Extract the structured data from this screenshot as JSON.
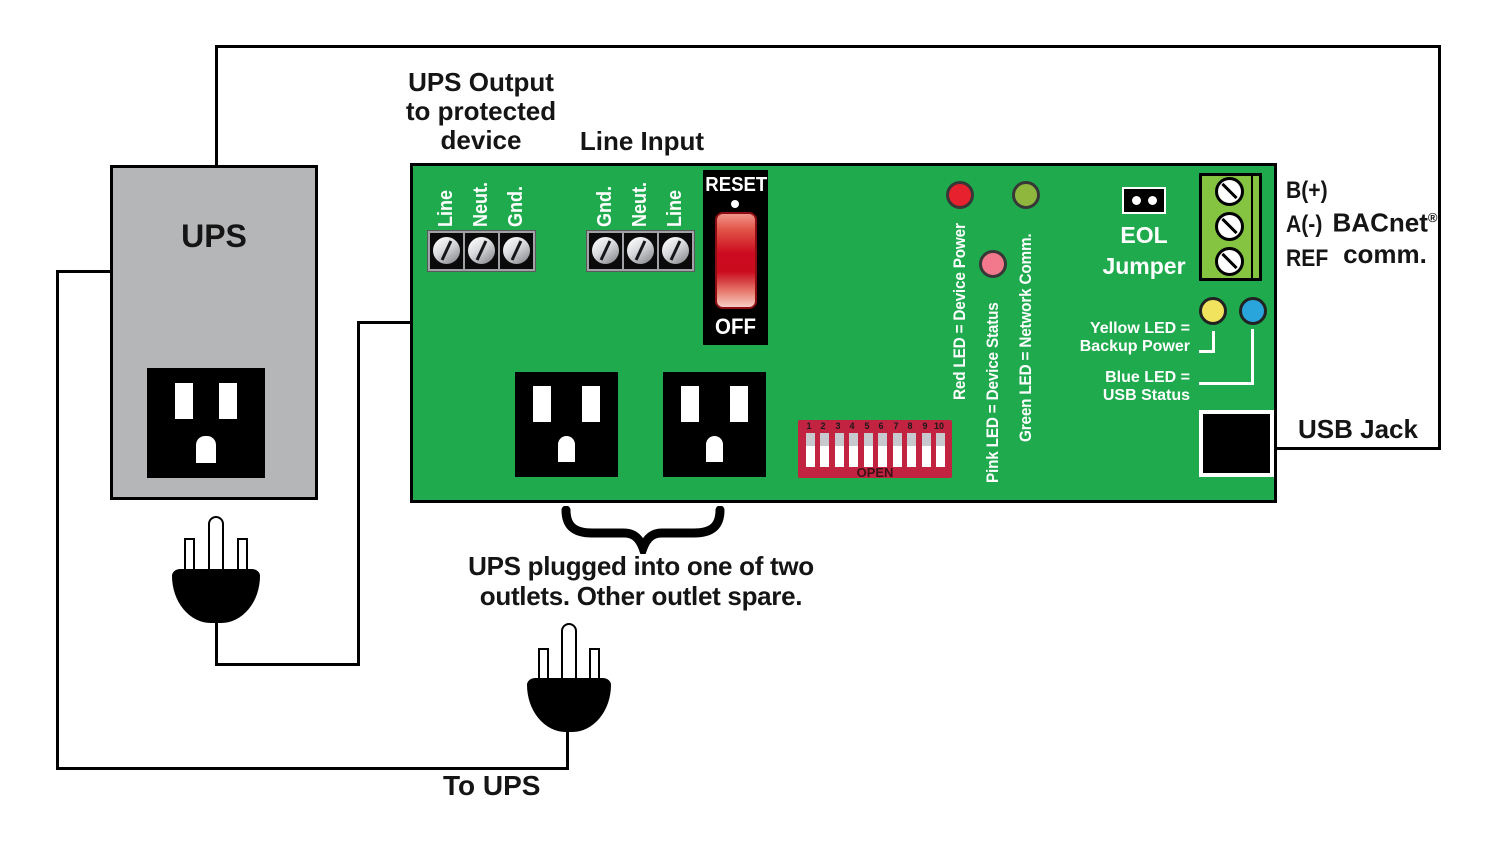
{
  "ups": {
    "label": "UPS"
  },
  "headings": {
    "ups_output": [
      "UPS Output",
      "to protected",
      "device"
    ],
    "line_input": "Line Input"
  },
  "terminals": {
    "ups_output": [
      "Line",
      "Neut.",
      "Gnd."
    ],
    "line_input": [
      "Gnd.",
      "Neut.",
      "Line"
    ]
  },
  "reset_switch": {
    "reset": "RESET",
    "off": "OFF"
  },
  "leds": {
    "red_label": "Red LED = Device Power",
    "pink_label": "Pink LED = Device Status",
    "green_label": "Green LED = Network Comm.",
    "yellow_label": [
      "Yellow LED =",
      "Backup Power"
    ],
    "blue_label": [
      "Blue LED =",
      "USB Status"
    ]
  },
  "dip_switch": {
    "numbers": [
      "1",
      "2",
      "3",
      "4",
      "5",
      "6",
      "7",
      "8",
      "9",
      "10"
    ],
    "open": "OPEN"
  },
  "eol_jumper": {
    "line1": "EOL",
    "line2": "Jumper"
  },
  "bacnet": {
    "b": "B(+)",
    "a": "A(-)",
    "ref": "REF",
    "name": "BACnet",
    "reg": "®",
    "comm": "comm."
  },
  "usb": {
    "jack_label": "USB Jack"
  },
  "caption": {
    "line1": "UPS plugged into one of two",
    "line2": "outlets. Other outlet spare."
  },
  "to_ups": "To UPS",
  "colors": {
    "board_green": "#1fab4d",
    "bacnet_block_green": "#84c441",
    "ups_gray": "#b5b6b8",
    "dip_red": "#c22340",
    "rocker_red": "#cd0b20",
    "led_red": "#e8212e",
    "led_pink": "#f2798b",
    "led_green": "#8fb73e",
    "led_yellow": "#f2e35f",
    "led_blue": "#2aa5dc"
  }
}
